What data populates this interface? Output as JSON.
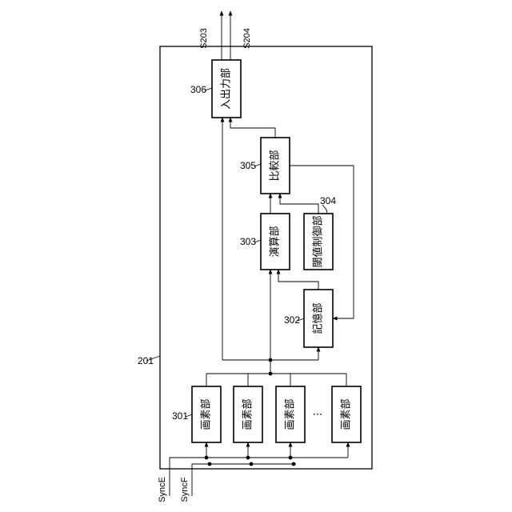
{
  "diagram": {
    "device_ref": "201",
    "blocks": {
      "io": {
        "ref": "306",
        "label": "入出力部"
      },
      "compare": {
        "ref": "305",
        "label": "比較部"
      },
      "threshold": {
        "ref": "304",
        "label": "閾値制御部"
      },
      "compute": {
        "ref": "303",
        "label": "演算部"
      },
      "memory": {
        "ref": "302",
        "label": "記憶部"
      },
      "pixel_ref": "301",
      "pixels": [
        "画素部",
        "画素部",
        "画素部",
        "画素部"
      ],
      "ellipsis": "⋯"
    },
    "outputs": [
      "S203",
      "S204"
    ],
    "inputs": [
      "SyncE",
      "SyncF"
    ]
  }
}
